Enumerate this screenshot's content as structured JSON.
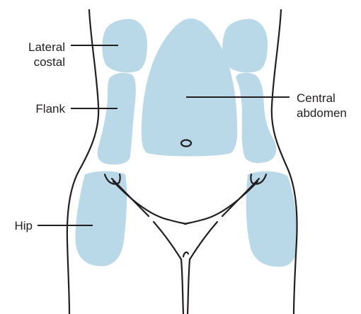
{
  "labels": {
    "lateral_costal_line1": "Lateral",
    "lateral_costal_line2": "costal",
    "flank": "Flank",
    "hip": "Hip",
    "central_abdomen_line1": "Central",
    "central_abdomen_line2": "abdomen"
  },
  "colors": {
    "region_fill": "#b9d8e8",
    "outline": "#231f20",
    "text": "#231f20"
  }
}
